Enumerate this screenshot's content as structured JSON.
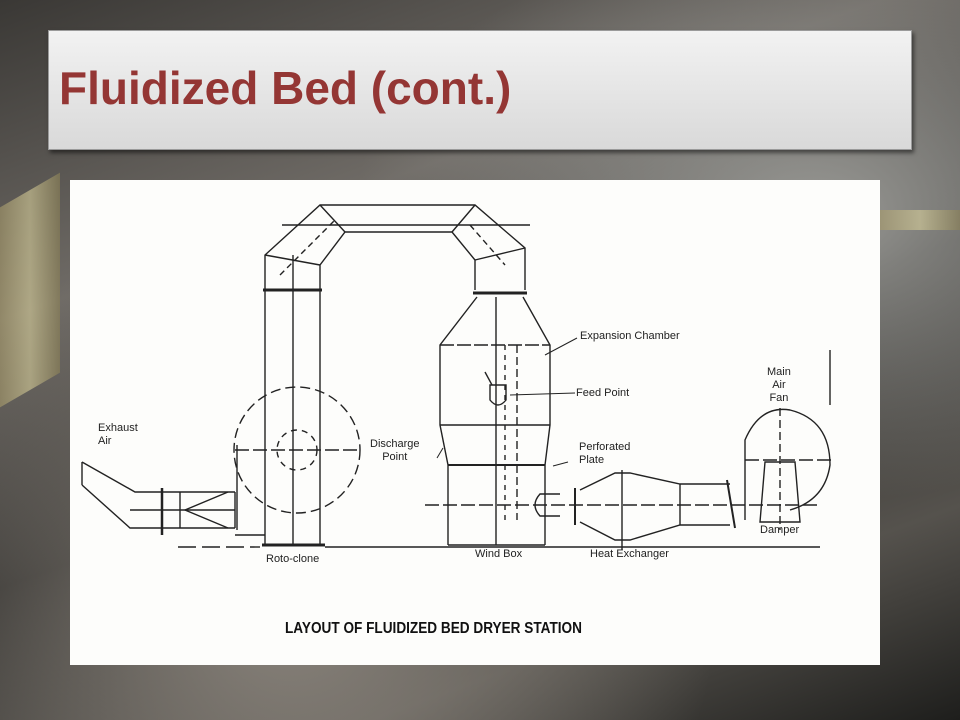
{
  "slide": {
    "title": "Fluidized Bed (cont.)",
    "title_color": "#943634"
  },
  "diagram": {
    "caption": "LAYOUT OF FLUIDIZED BED DRYER STATION",
    "labels": {
      "exhaust_air": "Exhaust\nAir",
      "roto_clone": "Roto-clone",
      "discharge_point": "Discharge\nPoint",
      "expansion_chamber": "Expansion Chamber",
      "feed_point": "Feed Point",
      "perforated_plate": "Perforated\nPlate",
      "wind_box": "Wind Box",
      "heat_exchanger": "Heat Exchanger",
      "main_air_fan": "Main\nAir\nFan",
      "damper": "Damper"
    }
  }
}
